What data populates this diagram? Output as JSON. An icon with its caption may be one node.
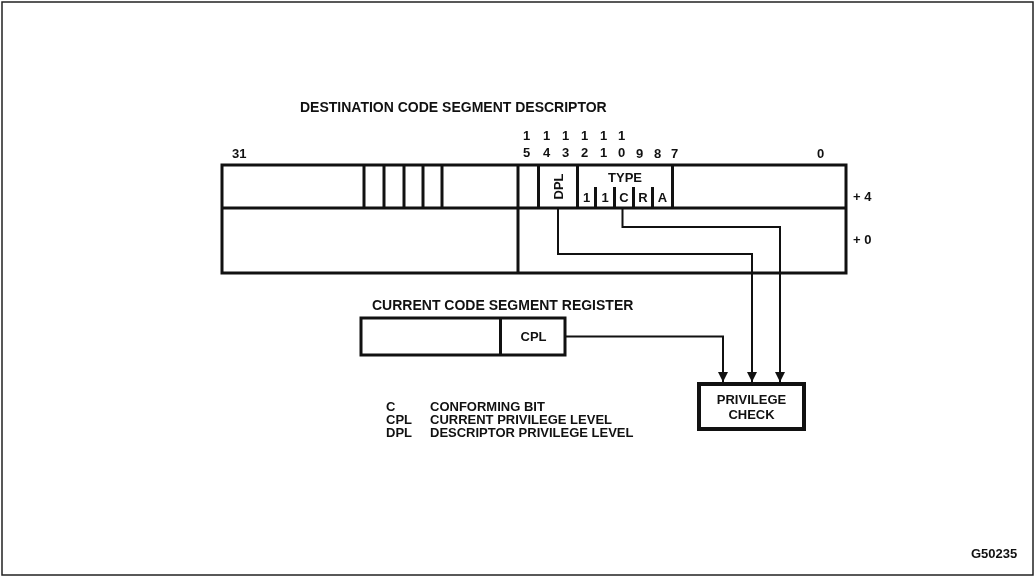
{
  "diagram": {
    "title": "DESTINATION CODE SEGMENT DESCRIPTOR",
    "nodes": [
      {
        "text": [
          "DPL"
        ]
      },
      {
        "text": [
          "TYPE"
        ]
      },
      {
        "text": [
          "1"
        ],
        "in": 1
      },
      {
        "text": [
          "1"
        ],
        "in": 1
      },
      {
        "text": [
          "C"
        ],
        "in": 1
      },
      {
        "text": [
          "R"
        ],
        "in": 1
      },
      {
        "text": [
          "A"
        ],
        "in": 1
      },
      {
        "text": [
          "CPL"
        ]
      },
      {
        "text": [
          "PRIVILEGE CHECK"
        ]
      }
    ],
    "edges": [
      {
        "from": 0,
        "to": 8,
        "arrow": "to"
      },
      {
        "from": 4,
        "to": 8,
        "arrow": "to"
      },
      {
        "from": 7,
        "to": 8,
        "arrow": "to"
      }
    ],
    "labels": [
      "31",
      "1 5",
      "1 4",
      "1 3",
      "1 2",
      "1 1",
      "1 0",
      "9",
      "8",
      "7",
      "0",
      "+ 4",
      "+ 0",
      "CURRENT CODE SEGMENT REGISTER",
      "C",
      "CONFORMING BIT",
      "CPL",
      "CURRENT PRIVILEGE LEVEL",
      "DPL",
      "DESCRIPTOR PRIVILEGE LEVEL",
      "G50235"
    ]
  }
}
